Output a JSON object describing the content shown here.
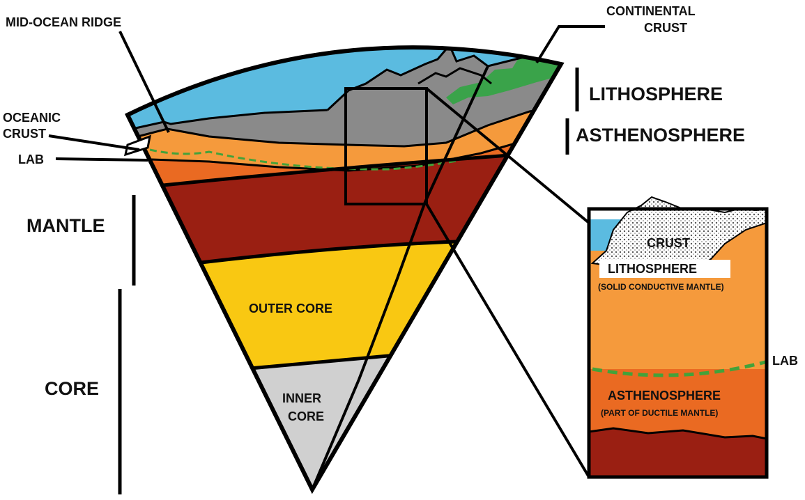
{
  "labels": {
    "mid_ocean_ridge": "MID-OCEAN RIDGE",
    "continental_crust_line1": "CONTINENTAL",
    "continental_crust_line2": "CRUST",
    "oceanic_crust_line1": "OCEANIC",
    "oceanic_crust_line2": "CRUST",
    "lab_left": "LAB",
    "lithosphere": "LITHOSPHERE",
    "asthenosphere": "ASTHENOSPHERE",
    "mantle": "MANTLE",
    "core": "CORE",
    "outer_core": "OUTER CORE",
    "inner_core_line1": "INNER",
    "inner_core_line2": "CORE"
  },
  "inset": {
    "crust": "CRUST",
    "lithosphere": "LITHOSPHERE",
    "lithosphere_note": "(SOLID CONDUCTIVE MANTLE)",
    "lab": "LAB",
    "asthenosphere": "ASTHENOSPHERE",
    "asthenosphere_note": "(PART OF DUCTILE MANTLE)"
  },
  "colors": {
    "ocean": "#5bbbe0",
    "crust_gray": "#8a8a8a",
    "lithosphere_orange": "#f59a3c",
    "asthenosphere_orange": "#ea6a22",
    "mantle_red": "#9a1f12",
    "outer_core_yellow": "#f9c812",
    "inner_core_gray": "#d0d0d0",
    "continent_green": "#3aa34a",
    "lab_dash": "#43a23a"
  }
}
